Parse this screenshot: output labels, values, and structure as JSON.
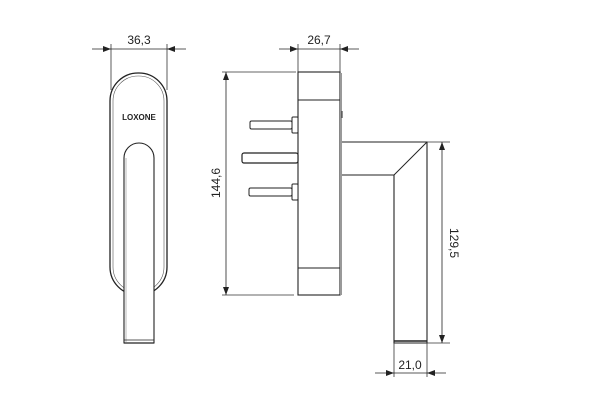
{
  "drawing": {
    "brand_label": "LOXONE",
    "front_view": {
      "width_dim": "36,3"
    },
    "side_view": {
      "depth_dim": "26,7",
      "height_dim": "144,6"
    },
    "lever": {
      "length_dim": "129,5",
      "width_dim": "21,0"
    }
  },
  "colors": {
    "line": "#222222",
    "shade": "#999999",
    "background": "#ffffff"
  }
}
